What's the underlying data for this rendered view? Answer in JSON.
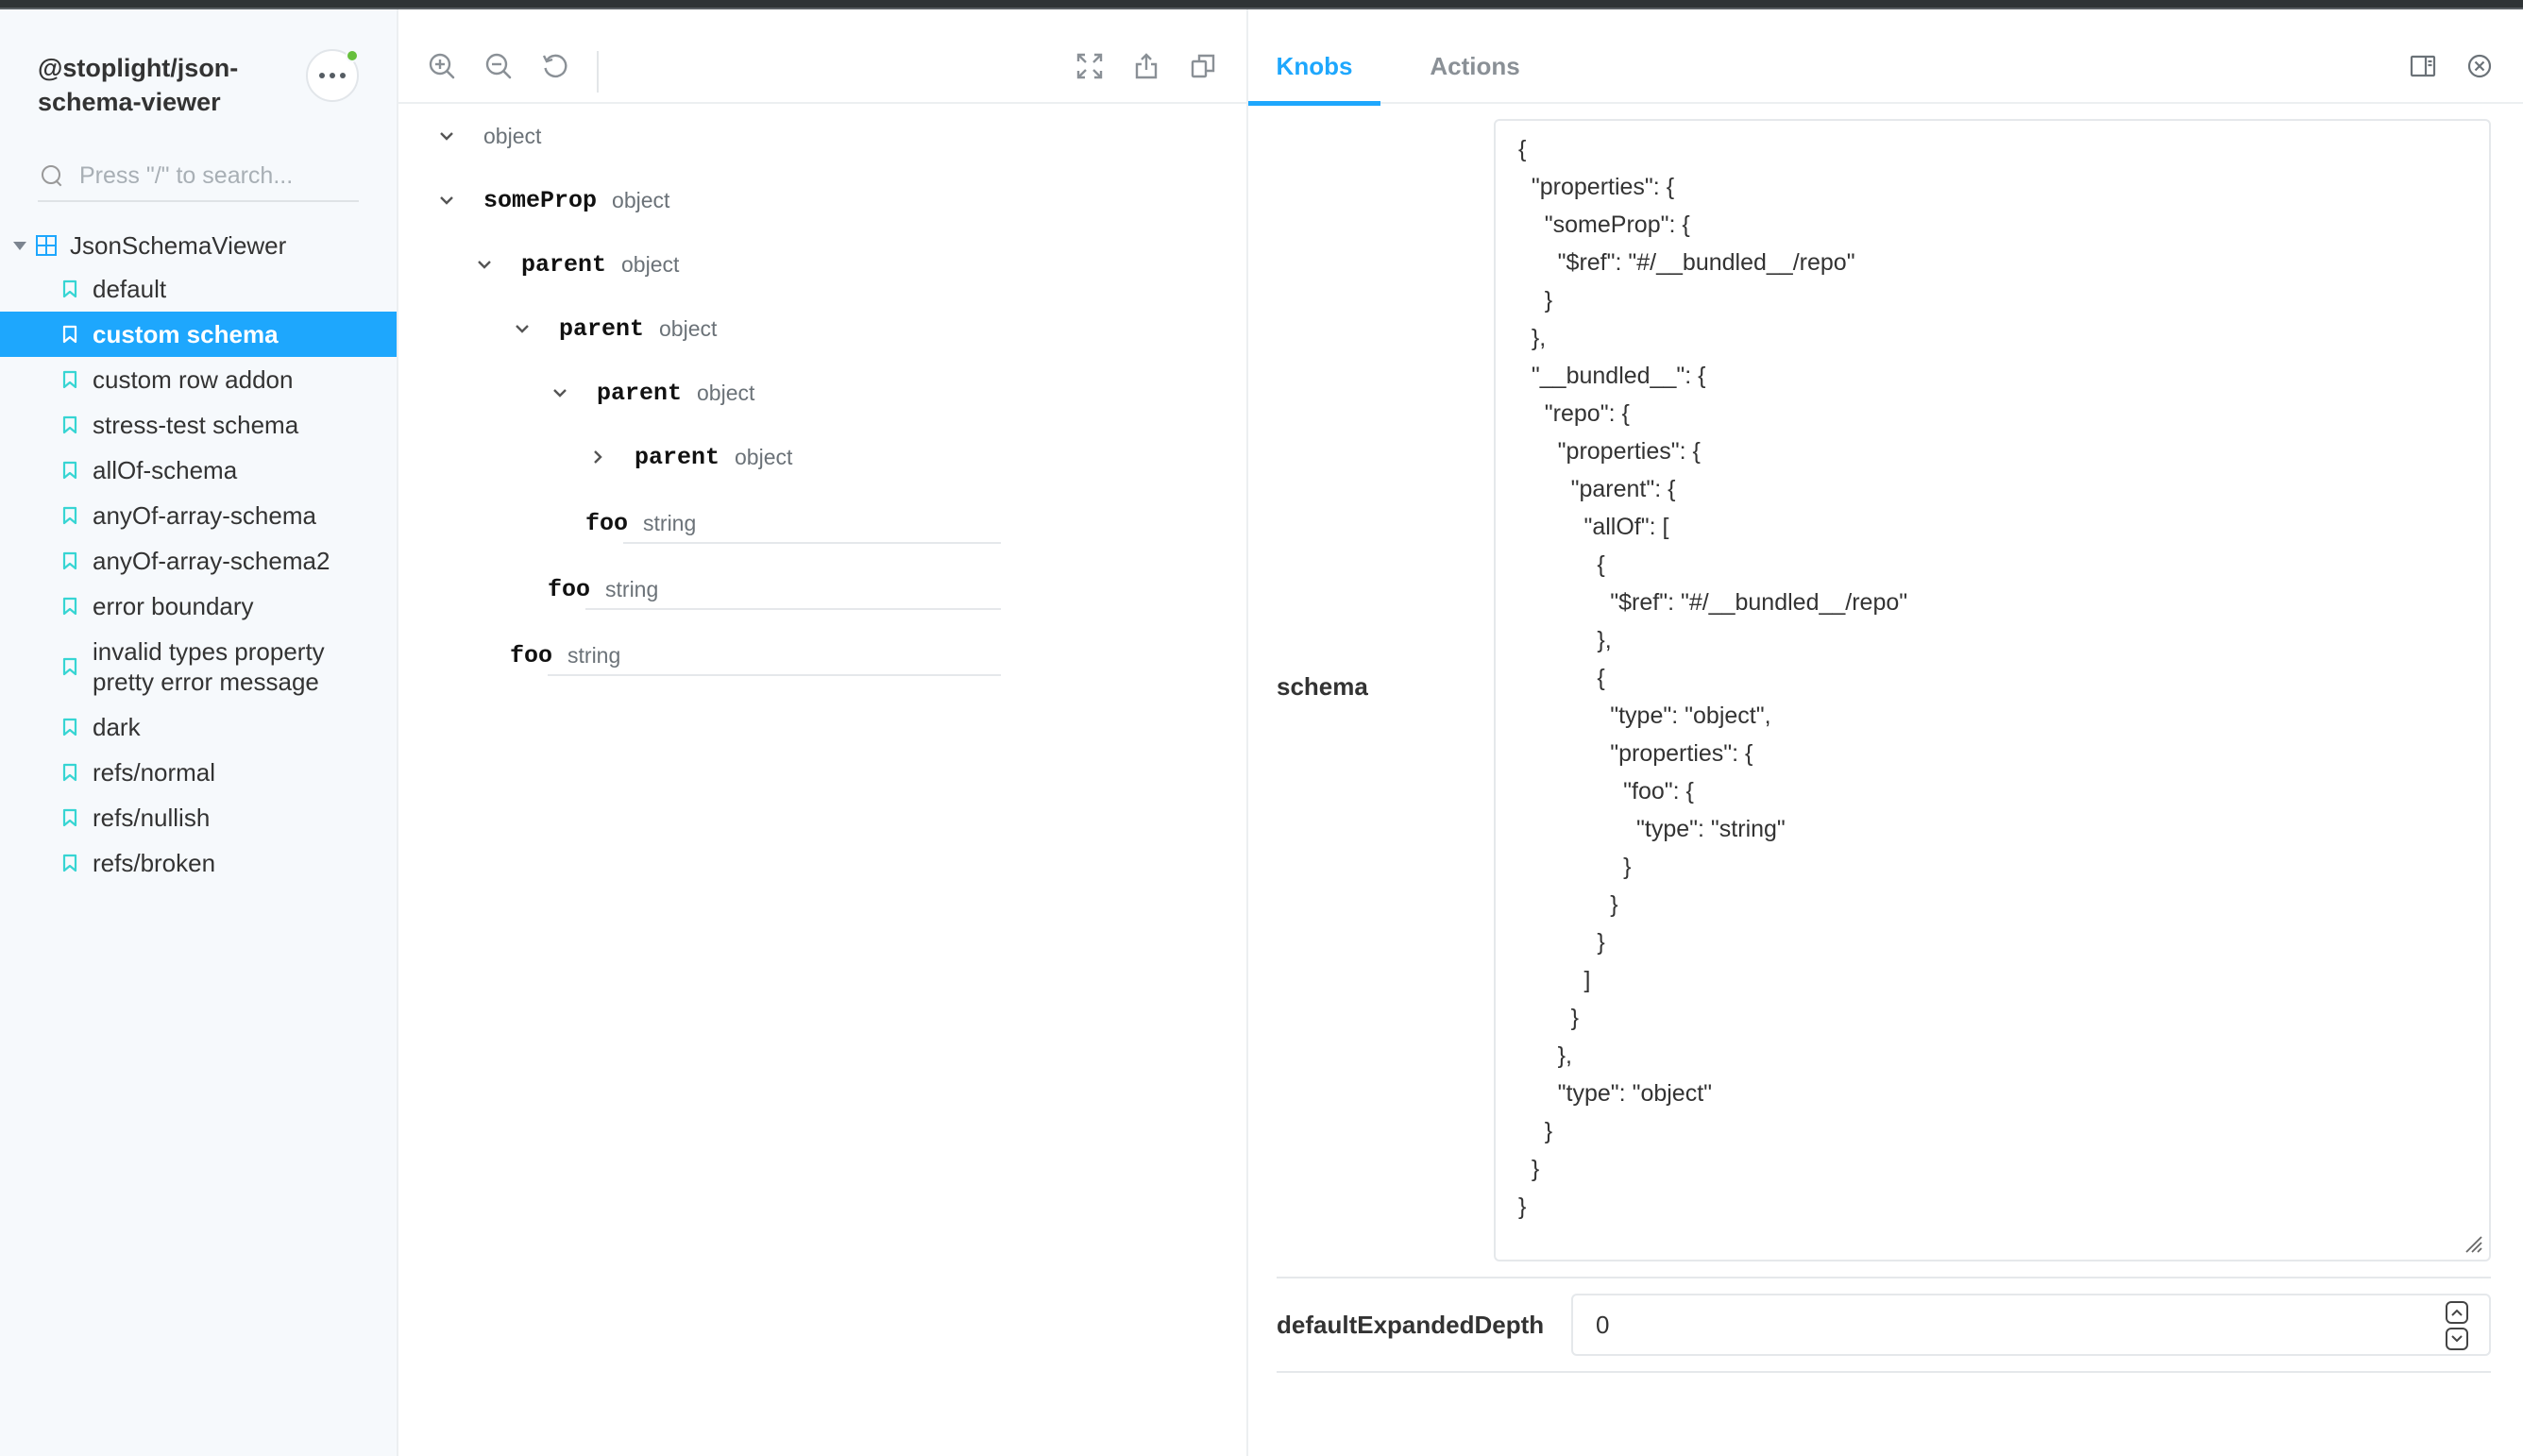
{
  "sidebar": {
    "brand": "@stoplight/json-schema-viewer",
    "search_placeholder": "Press \"/\" to search...",
    "component": "JsonSchemaViewer",
    "stories": [
      {
        "label": "default",
        "active": false
      },
      {
        "label": "custom schema",
        "active": true
      },
      {
        "label": "custom row addon",
        "active": false
      },
      {
        "label": "stress-test schema",
        "active": false
      },
      {
        "label": "allOf-schema",
        "active": false
      },
      {
        "label": "anyOf-array-schema",
        "active": false
      },
      {
        "label": "anyOf-array-schema2",
        "active": false
      },
      {
        "label": "error boundary",
        "active": false
      },
      {
        "label": "invalid types property pretty error message",
        "active": false
      },
      {
        "label": "dark",
        "active": false
      },
      {
        "label": "refs/normal",
        "active": false
      },
      {
        "label": "refs/nullish",
        "active": false
      },
      {
        "label": "refs/broken",
        "active": false
      }
    ]
  },
  "preview": {
    "toolbar_icons": [
      "zoom-in-icon",
      "zoom-out-icon",
      "reset-zoom-icon",
      "fullscreen-icon",
      "share-icon",
      "copy-icon"
    ],
    "rows": [
      {
        "name": "",
        "type": "object",
        "expander": "down"
      },
      {
        "name": "someProp",
        "type": "object",
        "expander": "down"
      },
      {
        "name": "parent",
        "type": "object",
        "expander": "down"
      },
      {
        "name": "parent",
        "type": "object",
        "expander": "down"
      },
      {
        "name": "parent",
        "type": "object",
        "expander": "down"
      },
      {
        "name": "parent",
        "type": "object",
        "expander": "right"
      },
      {
        "name": "foo",
        "type": "string",
        "expander": "none"
      },
      {
        "name": "foo",
        "type": "string",
        "expander": "none"
      },
      {
        "name": "foo",
        "type": "string",
        "expander": "none"
      }
    ]
  },
  "addons": {
    "tabs": [
      {
        "label": "Knobs",
        "active": true
      },
      {
        "label": "Actions",
        "active": false
      }
    ],
    "knobs": {
      "schema_label": "schema",
      "schema_json": "{\n  \"properties\": {\n    \"someProp\": {\n      \"$ref\": \"#/__bundled__/repo\"\n    }\n  },\n  \"__bundled__\": {\n    \"repo\": {\n      \"properties\": {\n        \"parent\": {\n          \"allOf\": [\n            {\n              \"$ref\": \"#/__bundled__/repo\"\n            },\n            {\n              \"type\": \"object\",\n              \"properties\": {\n                \"foo\": {\n                  \"type\": \"string\"\n                }\n              }\n            }\n          ]\n        }\n      },\n      \"type\": \"object\"\n    }\n  }\n}",
      "depth_label": "defaultExpandedDepth",
      "depth_value": "0"
    }
  },
  "colors": {
    "accent": "#1ea7fd",
    "sidebar_bg": "#f6f9fc",
    "status_online": "#66bf3c"
  }
}
